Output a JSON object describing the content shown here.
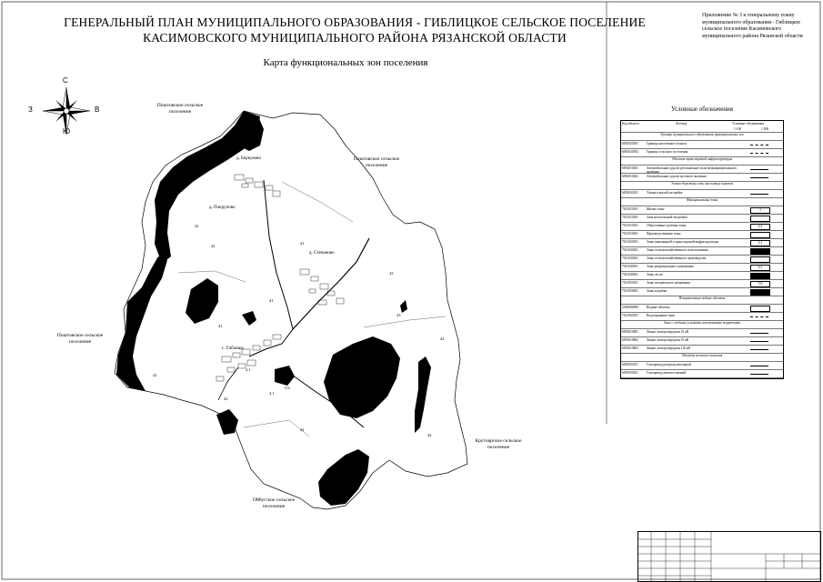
{
  "title_line1": "ГЕНЕРАЛЬНЫЙ ПЛАН МУНИЦИПАЛЬНОГО ОБРАЗОВАНИЯ - ГИБЛИЦКОЕ СЕЛЬСКОЕ ПОСЕЛЕНИЕ",
  "title_line2": "КАСИМОВСКОГО МУНИЦИПАЛЬНОГО РАЙОНА РЯЗАНСКОЙ ОБЛАСТИ",
  "subtitle": "Карта функциональных зон поселения",
  "appendix": "Приложение № 3 к генеральному плану муниципального образования - Гиблицкое сельское поселение Касимовского муниципального района Рязанской области",
  "compass": {
    "n": "С",
    "s": "Ю",
    "w": "З",
    "e": "В"
  },
  "neighbors": {
    "nw": "Поштовское сельское поселение",
    "ne": "Поштовское сельское поселение",
    "w": "Поштовское сельское поселение",
    "se": "Крутоярское сельское поселение",
    "s": "Ойбугское сельское поселение"
  },
  "settlements": {
    "berkukovo": "д. Беркуково",
    "pokrupovo": "д. Покрупово",
    "stepanovo": "д. Степаново",
    "giblitsy": "с. Гиблицы"
  },
  "map_numbers": [
    "41",
    "41",
    "42",
    "42",
    "42",
    "42",
    "42",
    "42",
    "41",
    "41",
    "42",
    "4.1",
    "43",
    "5.6",
    "4.1",
    "42"
  ],
  "legend": {
    "title": "Условные обозначения",
    "header": {
      "code": "Код объекта",
      "name": "Легенда",
      "symbol": "Условные обозначения",
      "scale1": "1:100",
      "scale2": "1:500"
    },
    "rows": [
      {
        "code": "",
        "desc": "Граница муниципального образования, функциональных зон",
        "sym": "",
        "type": "head"
      },
      {
        "code": "6092020501",
        "desc": "Граница населённого пункта",
        "sym": "",
        "type": "dash"
      },
      {
        "code": "6092020502",
        "desc": "Граница сельского поселения",
        "sym": "",
        "type": "dash"
      },
      {
        "code": "",
        "desc": "Объекты транспортной инфраструктуры",
        "sym": "",
        "type": "head"
      },
      {
        "code": "6092010201",
        "desc": "Автомобильные дороги регионального или межмуниципального значения",
        "sym": "",
        "type": "line"
      },
      {
        "code": "6092010202",
        "desc": "Автомобильные дороги местного значения",
        "sym": "",
        "type": "line"
      },
      {
        "code": "",
        "desc": "Улично-дорожная сеть населённых пунктов",
        "sym": "",
        "type": "head"
      },
      {
        "code": "6092030101",
        "desc": "Улицы в жилой застройке",
        "sym": "",
        "type": "line"
      },
      {
        "code": "",
        "desc": "Функциональные зоны",
        "sym": "",
        "type": "head"
      },
      {
        "code": "7021010101",
        "desc": "Жилые зоны",
        "sym": "1",
        "type": "box"
      },
      {
        "code": "7021010201",
        "desc": "Зона малоэтажной застройки",
        "sym": "",
        "type": "box"
      },
      {
        "code": "7021010301",
        "desc": "Общественно-деловые зоны",
        "sym": "2.2",
        "type": "box"
      },
      {
        "code": "7021010401",
        "desc": "Производственные зоны",
        "sym": "",
        "type": "box"
      },
      {
        "code": "7021020301",
        "desc": "Зоны инженерной и транспортной инфраструктуры",
        "sym": "3.1",
        "type": "box"
      },
      {
        "code": "7021030201",
        "desc": "Зоны сельскохозяйственного использования",
        "sym": "",
        "type": "black"
      },
      {
        "code": "7021030301",
        "desc": "Зоны сельскохозяйственного производства",
        "sym": "",
        "type": "box"
      },
      {
        "code": "7021040201",
        "desc": "Зоны рекреационного назначения",
        "sym": "4.1",
        "type": "box"
      },
      {
        "code": "7021040401",
        "desc": "Зоны лесов",
        "sym": "",
        "type": "black"
      },
      {
        "code": "7021050101",
        "desc": "Зоны специального назначения",
        "sym": "5.6",
        "type": "box"
      },
      {
        "code": "7021050401",
        "desc": "Зоны кладбищ",
        "sym": "",
        "type": "black"
      },
      {
        "code": "",
        "desc": "Поверхностные водные объекты",
        "sym": "",
        "type": "head"
      },
      {
        "code": "2200000000",
        "desc": "Водные объекты",
        "sym": "",
        "type": "box"
      },
      {
        "code": "7021060101",
        "desc": "Водоохранные зоны",
        "sym": "",
        "type": "dash"
      },
      {
        "code": "",
        "desc": "Зоны с особыми условиями использования территории",
        "sym": "",
        "type": "head"
      },
      {
        "code": "6092010801",
        "desc": "Линии электропередачи 10 кВ",
        "sym": "",
        "type": "line"
      },
      {
        "code": "6092010802",
        "desc": "Линии электропередачи 35 кВ",
        "sym": "",
        "type": "line"
      },
      {
        "code": "6092010803",
        "desc": "Линии электропередачи 110 кВ",
        "sym": "",
        "type": "line"
      },
      {
        "code": "",
        "desc": "Объекты местного значения",
        "sym": "",
        "type": "head"
      },
      {
        "code": "6092050101",
        "desc": "Газопровод распределительный",
        "sym": "",
        "type": "line"
      },
      {
        "code": "6092050201",
        "desc": "Газопровод межпоселковый",
        "sym": "",
        "type": "line"
      }
    ]
  }
}
